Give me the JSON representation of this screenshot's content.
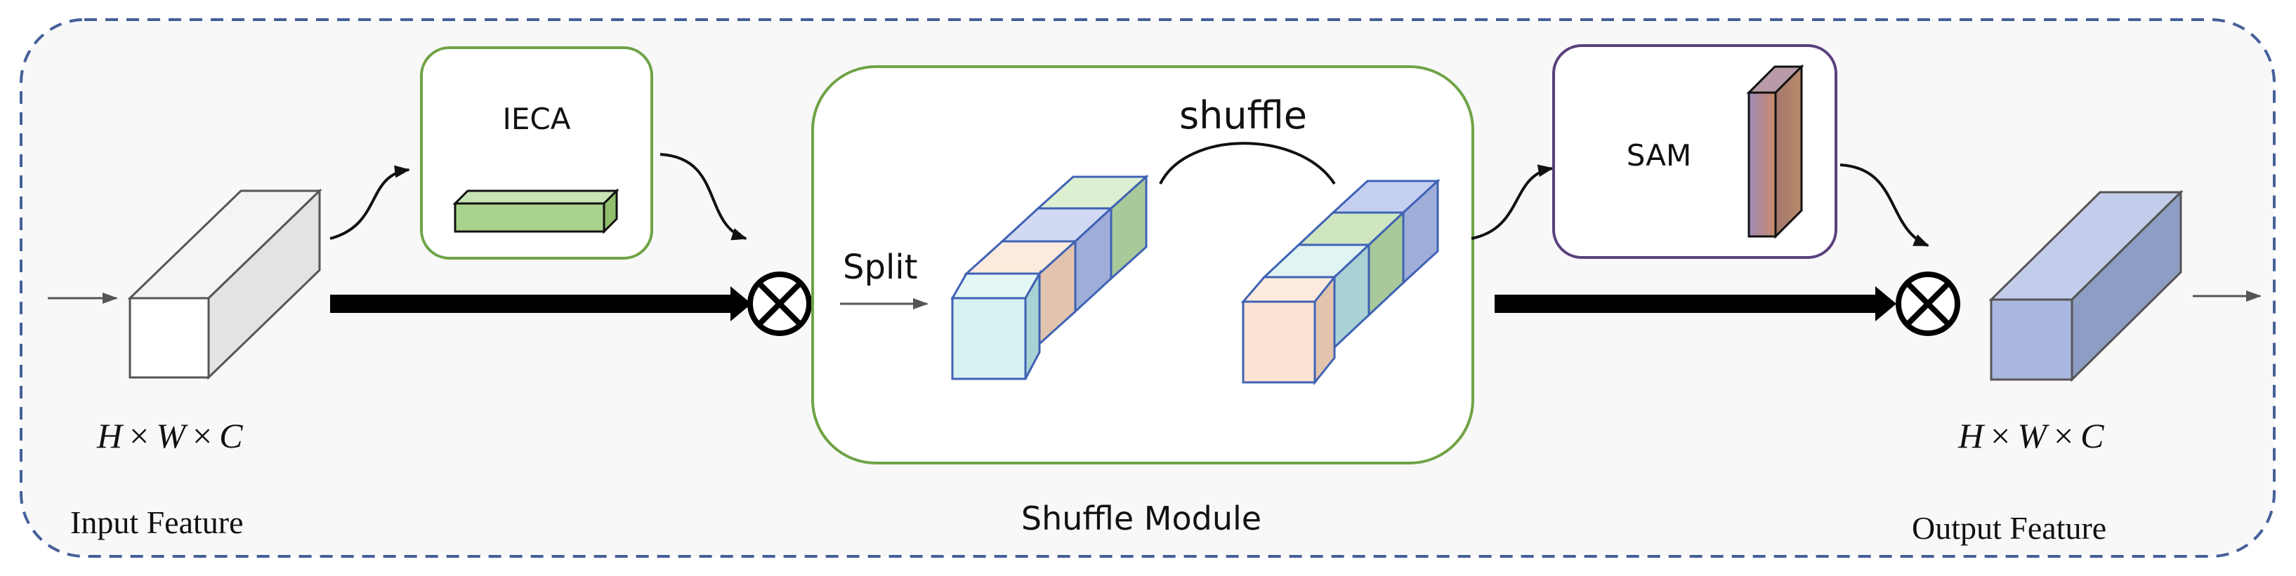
{
  "diagram": {
    "input": {
      "caption": "Input Feature",
      "dims": {
        "h": "H",
        "w": "W",
        "c": "C",
        "times": "×"
      }
    },
    "ieca": {
      "label": "IECA"
    },
    "shuffle_module": {
      "caption": "Shuffle Module",
      "split_label": "Split",
      "shuffle_label": "shuffle"
    },
    "sam": {
      "label": "SAM"
    },
    "output": {
      "caption": "Output Feature",
      "dims": {
        "h": "H",
        "w": "W",
        "c": "C",
        "times": "×"
      }
    },
    "colors": {
      "border_dashed": "#44609a",
      "module_green": "#6fa346",
      "module_purple": "#5a3f7d",
      "cube_blue_edge": "#3f62b5",
      "ieca_green": "#a9d38c",
      "output_blue": "#aab8e0",
      "chunk_cyan": "#d8f2f2",
      "chunk_peach": "#fbe4d3",
      "chunk_green": "#cfe6c1",
      "chunk_blue": "#c5cff0"
    }
  }
}
